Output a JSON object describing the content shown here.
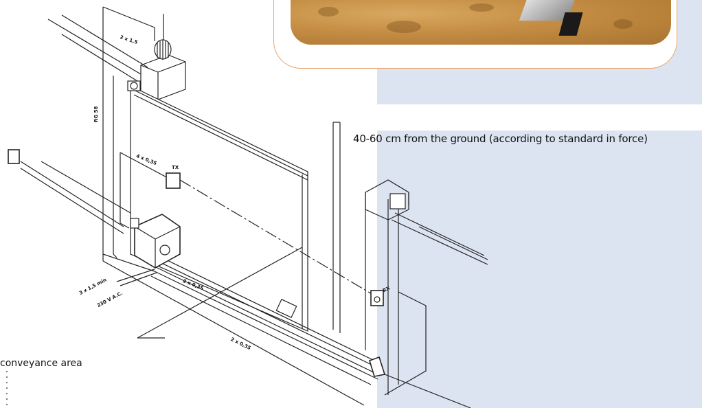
{
  "captions": {
    "height_note": "40-60 cm from the ground (according to standard in force)",
    "area_note": "conveyance area"
  },
  "wire_labels": {
    "top": "2 x 1,5",
    "vertical": "RG 58",
    "photocell_cable": "4 x 0,35",
    "photocell_tag": "TX",
    "receiver_tag": "RX",
    "power_1": "3 x 1,5 min",
    "power_2": "230 V A.C.",
    "rail_1": "2 x 0,35",
    "rail_2": "2 x 0,35"
  },
  "colors": {
    "panel": "#dde4f1",
    "photo_border": "#e8a56c",
    "line": "#222222"
  }
}
